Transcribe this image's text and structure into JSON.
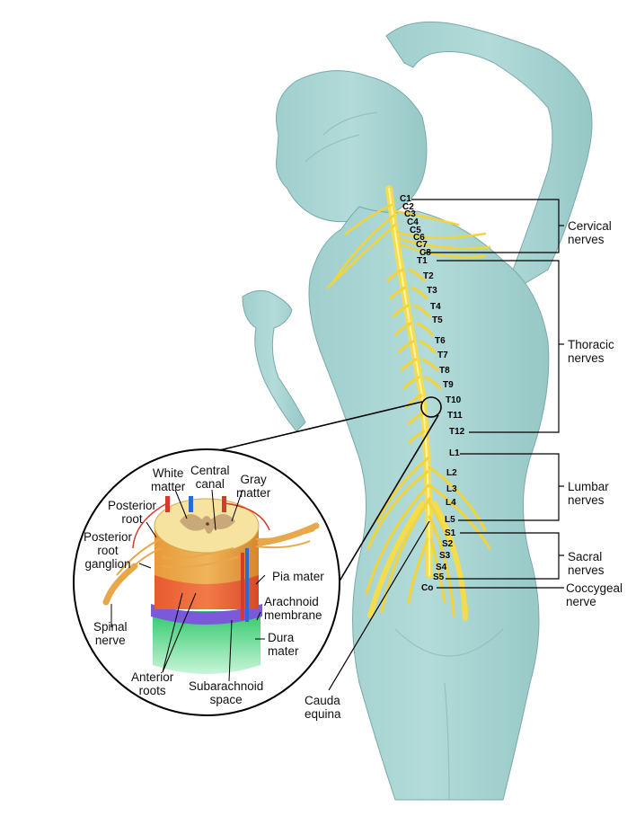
{
  "colors": {
    "skin": "#a8d4d2",
    "skin_shadow": "#86b9b8",
    "nerve": "#f2d43a",
    "nerve_dark": "#d4b020",
    "leader": "#000000",
    "cord_white_matter": "#f7e3a0",
    "cord_gray_matter": "#c9a97a",
    "cord_body": "#e8a84a",
    "pia_mater": "#e8603a",
    "arachnoid": "#7a5ad8",
    "dura_mater": "#36d37a",
    "artery": "#d63a2a",
    "vein": "#2a6ad6"
  },
  "groups": [
    {
      "id": "cervical",
      "line1": "Cervical",
      "line2": "nerves",
      "from": "C1",
      "to": "C8"
    },
    {
      "id": "thoracic",
      "line1": "Thoracic",
      "line2": "nerves",
      "from": "T1",
      "to": "T12"
    },
    {
      "id": "lumbar",
      "line1": "Lumbar",
      "line2": "nerves",
      "from": "L1",
      "to": "L5"
    },
    {
      "id": "sacral",
      "line1": "Sacral",
      "line2": "nerves",
      "from": "S1",
      "to": "S5"
    },
    {
      "id": "coccygeal",
      "line1": "Coccygeal",
      "line2": "nerve",
      "from": "Co",
      "to": "Co"
    }
  ],
  "segments": {
    "cervical": [
      "C1",
      "C2",
      "C3",
      "C4",
      "C5",
      "C6",
      "C7",
      "C8"
    ],
    "thoracic": [
      "T1",
      "T2",
      "T3",
      "T4",
      "T5",
      "T6",
      "T7",
      "T8",
      "T9",
      "T10",
      "T11",
      "T12"
    ],
    "lumbar": [
      "L1",
      "L2",
      "L3",
      "L4",
      "L5"
    ],
    "sacral": [
      "S1",
      "S2",
      "S3",
      "S4",
      "S5"
    ],
    "coccygeal": [
      "Co"
    ]
  },
  "cauda_equina": {
    "line1": "Cauda",
    "line2": "equina"
  },
  "inset": {
    "white_matter": {
      "line1": "White",
      "line2": "matter"
    },
    "central_canal": {
      "line1": "Central",
      "line2": "canal"
    },
    "gray_matter": {
      "line1": "Gray",
      "line2": "matter"
    },
    "posterior_root": {
      "line1": "Posterior",
      "line2": "root"
    },
    "posterior_root_ganglion": {
      "line1": "Posterior",
      "line2": "root",
      "line3": "ganglion"
    },
    "spinal_nerve": {
      "line1": "Spinal",
      "line2": "nerve"
    },
    "pia_mater": {
      "line1": "Pia mater"
    },
    "arachnoid_membrane": {
      "line1": "Arachnoid",
      "line2": "membrane"
    },
    "dura_mater": {
      "line1": "Dura",
      "line2": "mater"
    },
    "anterior_roots": {
      "line1": "Anterior",
      "line2": "roots"
    },
    "subarachnoid_space": {
      "line1": "Subarachnoid",
      "line2": "space"
    }
  }
}
